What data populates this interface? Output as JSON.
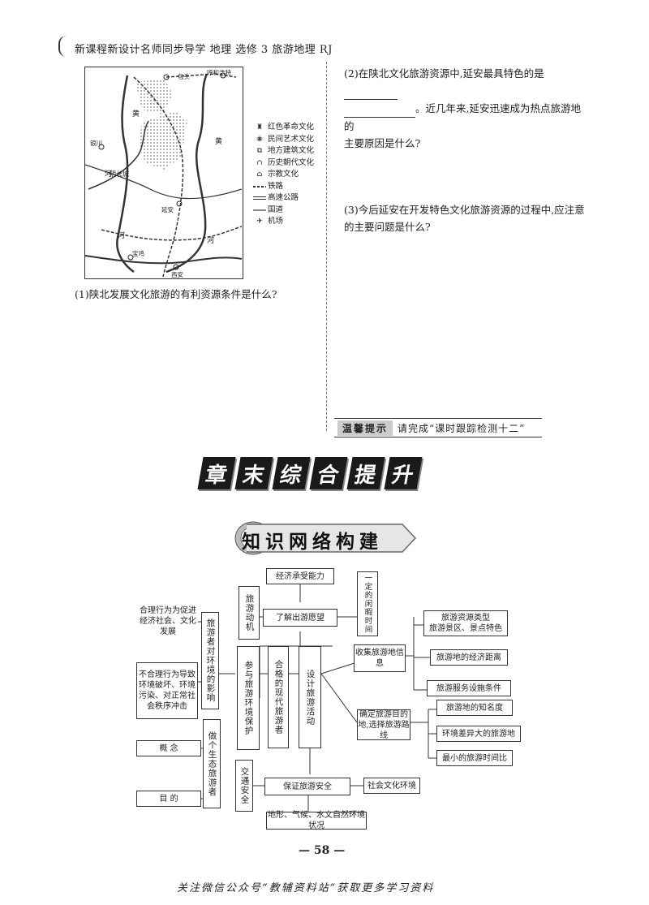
{
  "header": {
    "text": "新课程新设计名师同步导学  地理  选修 3 旅游地理 RJ"
  },
  "map": {
    "places": [
      "包头",
      "呼和浩特",
      "银川",
      "延安",
      "明长城",
      "宝鸡",
      "西安"
    ],
    "river_chars": [
      "黄",
      "河",
      "黄",
      "河",
      "河"
    ],
    "legend": [
      "红色革命文化",
      "民间艺术文化",
      "地方建筑文化",
      "历史朝代文化",
      "宗教文化",
      "铁路",
      "高速公路",
      "国道",
      "机场"
    ]
  },
  "questions": {
    "q1": "(1)陕北发展文化旅游的有利资源条件是什么?",
    "q2_line1": "(2)在陕北文化旅游资源中,延安最具特色的是",
    "q2_line2": "。近几年来,延安迅速成为热点旅游地的",
    "q2_line3": "主要原因是什么?",
    "q3_line1": "(3)今后延安在开发特色文化旅游资源的过程中,应注意",
    "q3_line2": "的主要问题是什么?"
  },
  "tip": {
    "label": "温馨提示",
    "text": "请完成“课时跟踪检测十二”"
  },
  "chapter_title": [
    "章",
    "末",
    "综",
    "合",
    "提",
    "升"
  ],
  "section_title": "知识网络构建",
  "diagram": {
    "economic_capacity": "经济承受能力",
    "spare_time": "一定的闲暇时间",
    "motive": "旅游动机",
    "understand_wish": "了解出游愿望",
    "reasonable_behavior": "合理行为为促进经济社会、文化发展",
    "tourist_impact": "旅游者对环境的影响",
    "unreasonable_behavior": "不合理行为导致环境破坏、环境污染、对正常社会秩序冲击",
    "participate_protection": "参与旅游环境保护",
    "qualified_tourist": "合格的现代旅游者",
    "design_activity": "设计旅游活动",
    "collect_info": "收集旅游地信息",
    "resource_type": "旅游资源类型",
    "scenic_feature": "旅游景区、景点特色",
    "economic_distance": "旅游地的经济距离",
    "service_facilities": "旅游服务设施条件",
    "fame": "旅游地的知名度",
    "determine_dest": "确定旅游目的地,选择旅游路线",
    "env_difference": "环境差异大的旅游地",
    "min_time_ratio": "最小的旅游时间比",
    "concept": "概    念",
    "eco_tourist": "做个生态旅游者",
    "purpose": "目    的",
    "traffic_safety": "交通安全",
    "ensure_safety": "保证旅游安全",
    "social_env": "社会文化环境",
    "natural_env": "地形、气候、水文自然环境状况"
  },
  "page_number": "— 58 —",
  "footer": "关注微信公众号“教辅资料站”获取更多学习资料"
}
